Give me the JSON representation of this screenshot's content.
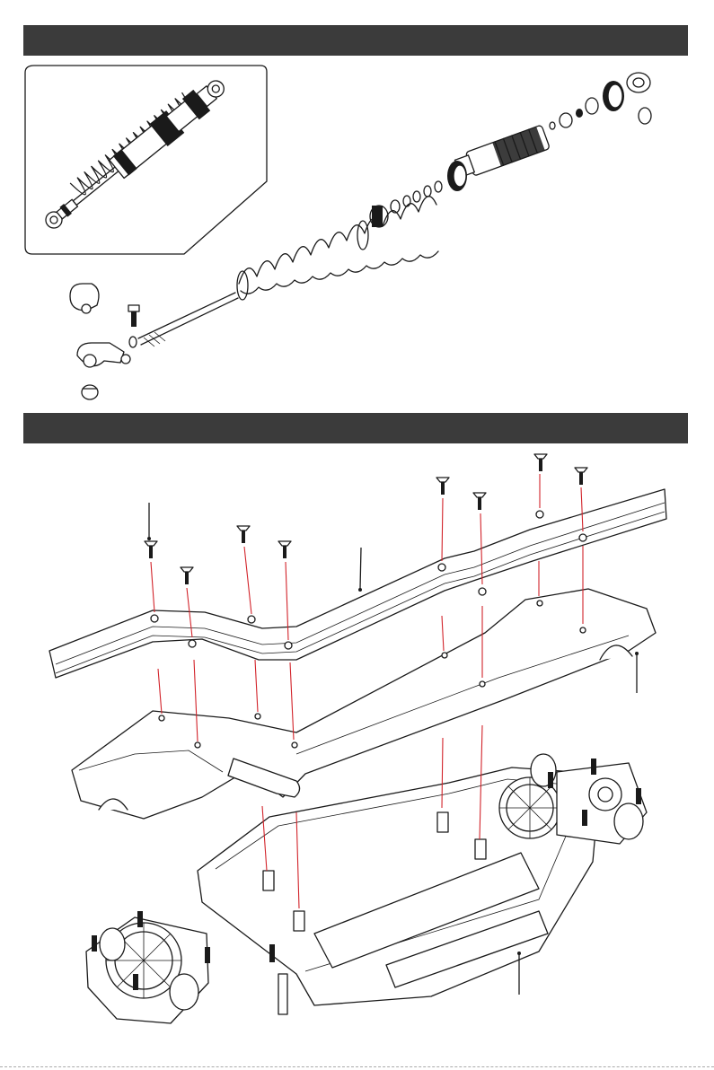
{
  "page": {
    "section_1_heading": "",
    "section_2_heading": ""
  },
  "figures": {
    "shock": {
      "icons": [
        "shock-assembled-illustration",
        "shock-exploded-illustration"
      ]
    },
    "chassis": {
      "icons": [
        "chassis-exploded-illustration",
        "screw-icon",
        "differential-icon"
      ]
    }
  },
  "colors": {
    "header_bar": "#3b3b3b",
    "guide_arrows": "#d2232a",
    "line_art": "#1a1a1a"
  }
}
